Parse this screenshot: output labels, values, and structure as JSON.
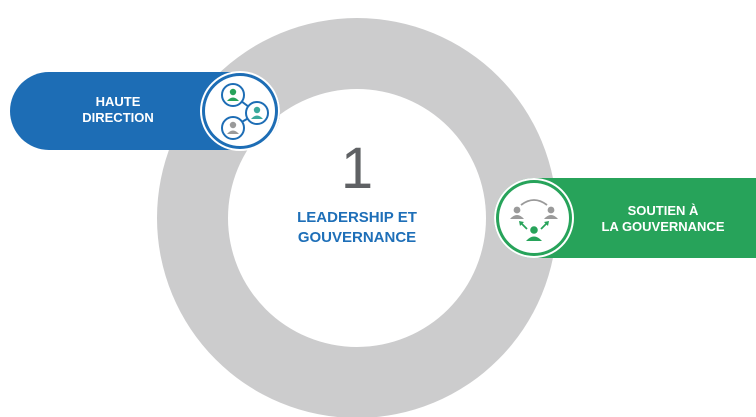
{
  "center": {
    "number": "1",
    "title_line1": "LEADERSHIP ET",
    "title_line2": "GOUVERNANCE"
  },
  "left_pill": {
    "label_line1": "HAUTE",
    "label_line2": "DIRECTION",
    "icon": "network-people-icon",
    "color": "#1d6db5"
  },
  "right_pill": {
    "label_line1": "SOUTIEN À",
    "label_line2": "LA GOUVERNANCE",
    "icon": "support-people-icon",
    "color": "#27a35a"
  },
  "colors": {
    "ring": "#cccccd",
    "title": "#1e6fb8",
    "number": "#5f6164"
  }
}
